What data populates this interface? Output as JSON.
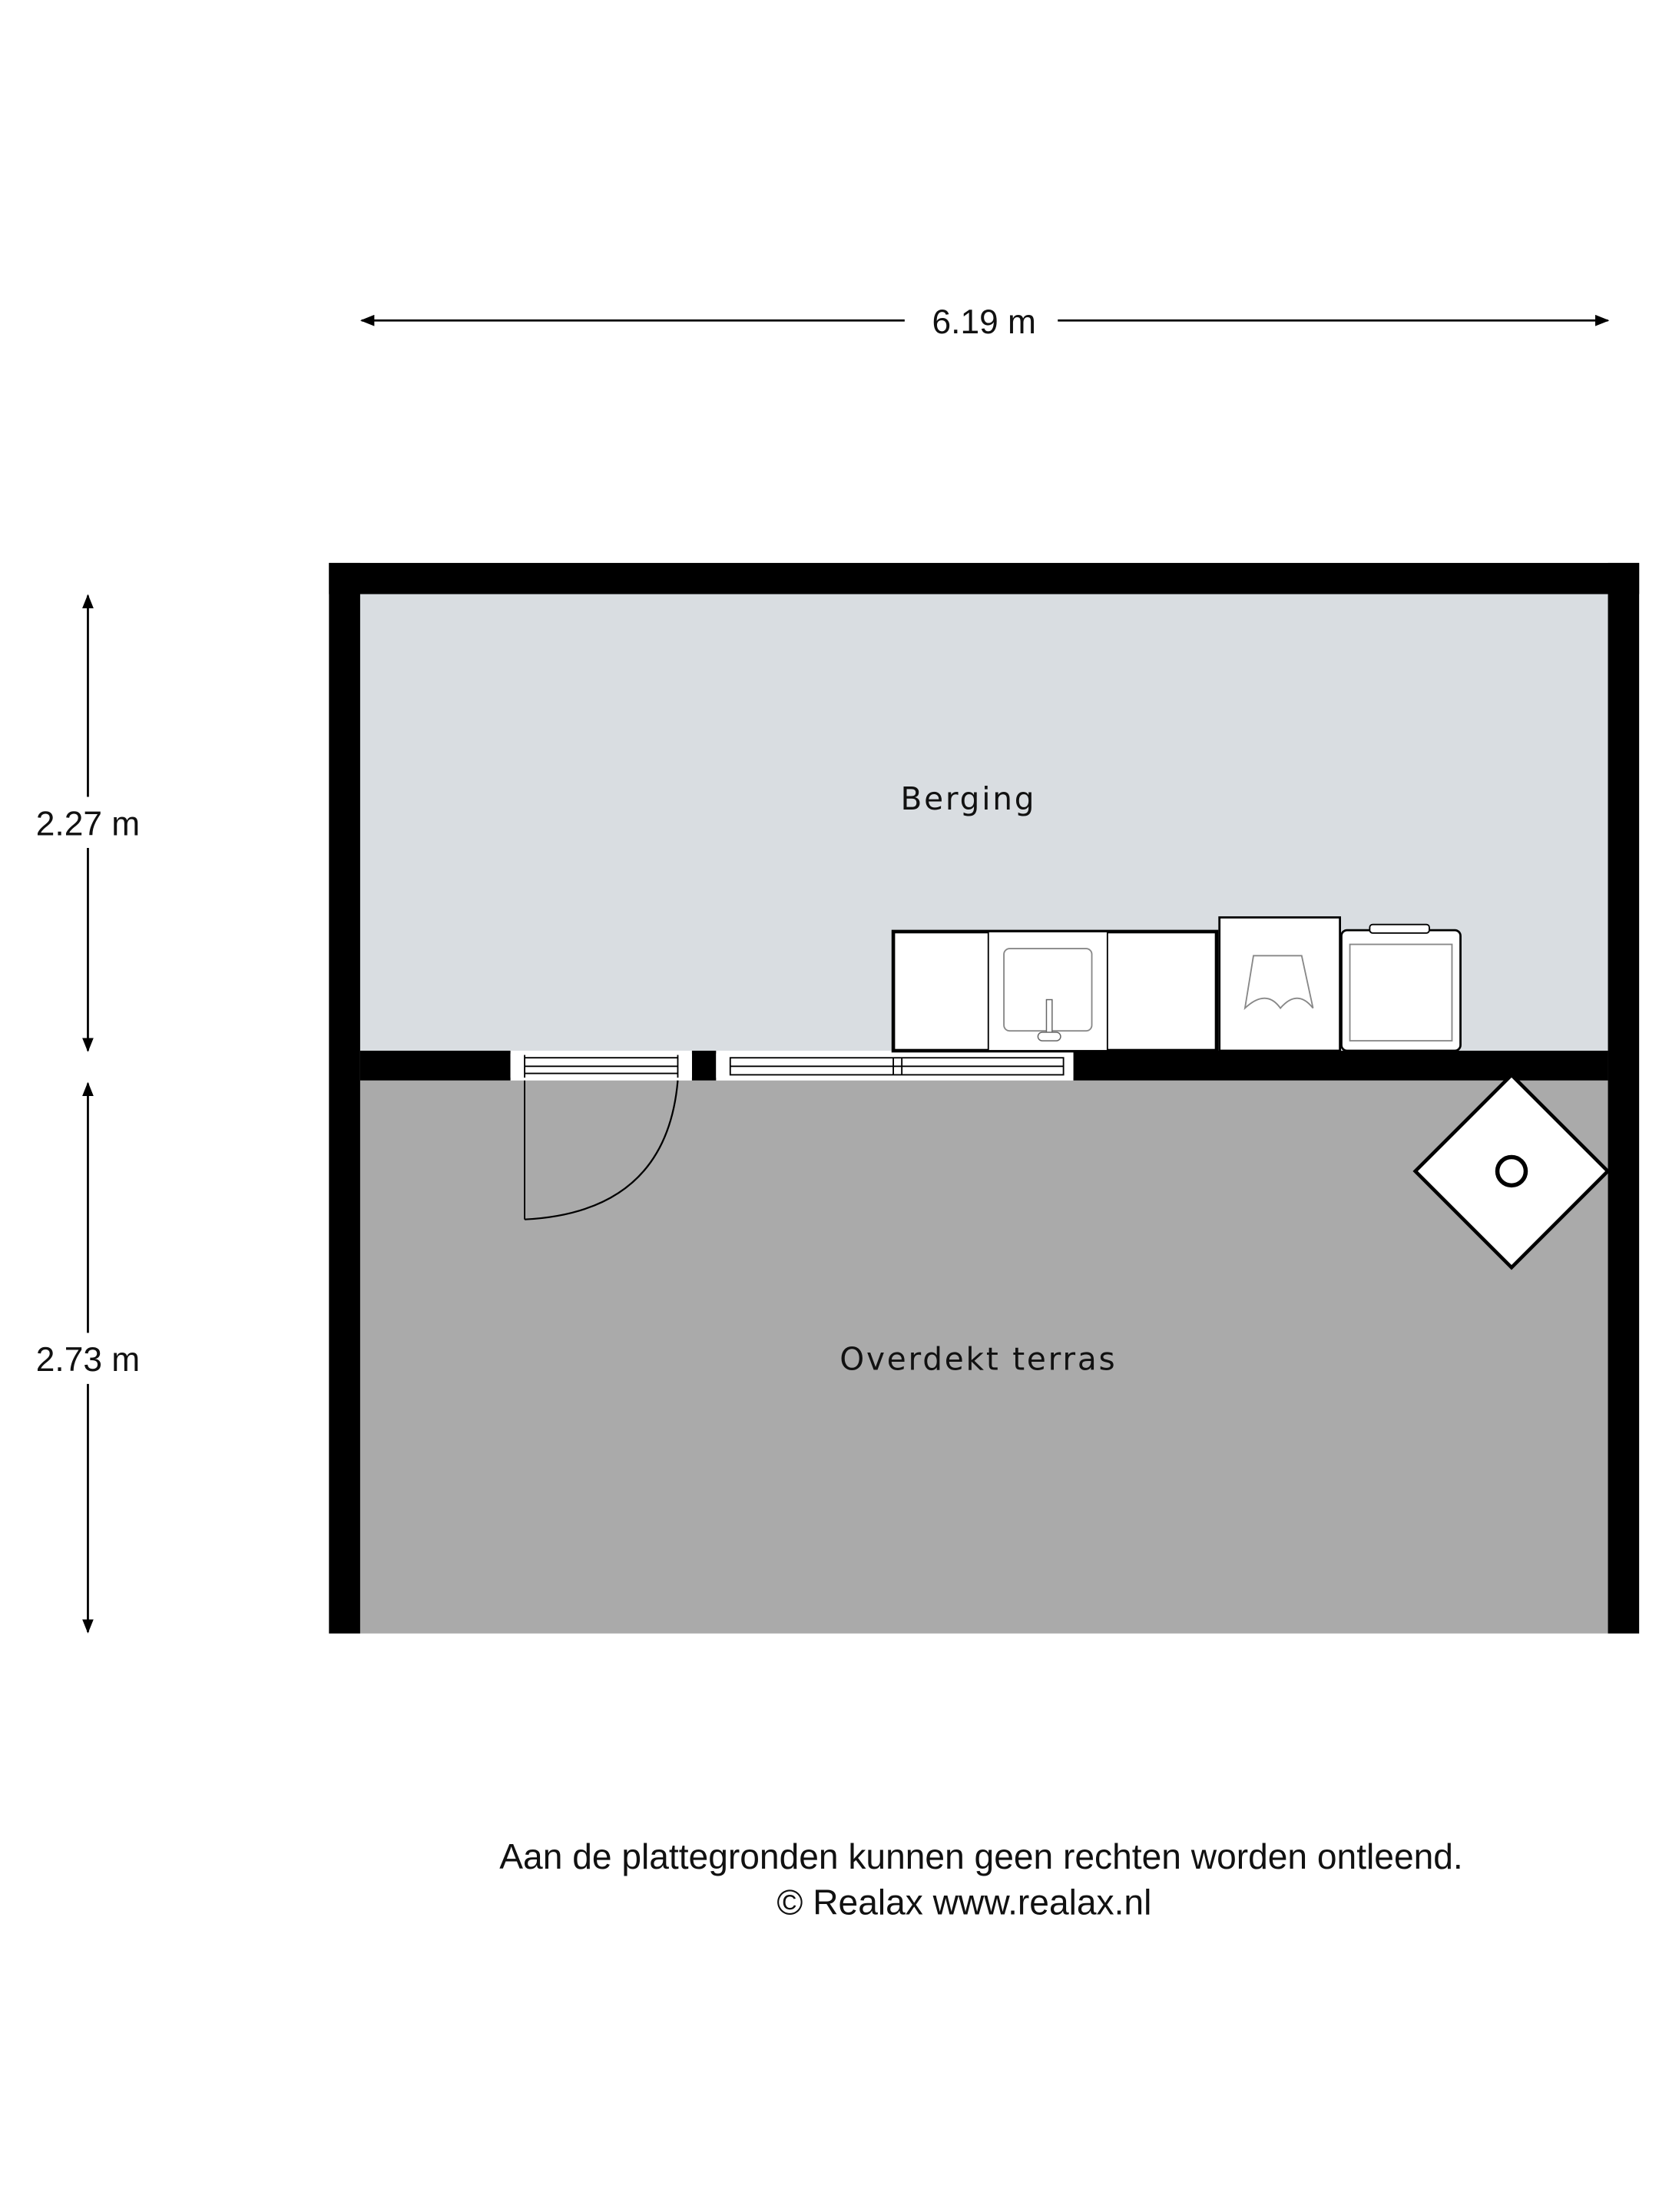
{
  "dimensions": {
    "width": "6.19 m",
    "height_top": "2.27 m",
    "height_bottom": "2.73 m"
  },
  "rooms": [
    {
      "name": "Berging",
      "color": "#d9dde1"
    },
    {
      "name": "Overdekt terras",
      "color": "#aaaaaa"
    }
  ],
  "footer": {
    "disclaimer": "Aan de plattegronden kunnen geen rechten worden ontleend.",
    "copyright": "© Realax www.realax.nl"
  },
  "colors": {
    "wall": "#000000",
    "fixture": "#ffffff"
  }
}
